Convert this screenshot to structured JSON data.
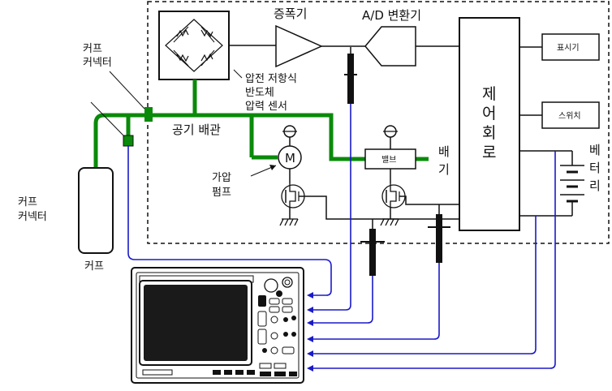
{
  "labels": {
    "amplifier": "증폭기",
    "ad_converter": "A/D 변환기",
    "display": "표시기",
    "switch": "스위치",
    "controller": [
      "제",
      "어",
      "회",
      "로"
    ],
    "exhaust": [
      "배",
      "기"
    ],
    "battery": [
      "베",
      "터",
      "리"
    ],
    "valve": "밸브",
    "motor": "M",
    "pump": [
      "가압",
      "펌프"
    ],
    "air_tube": "공기 배관",
    "sensor": [
      "압전 저항식",
      "반도체",
      "압력 센서"
    ],
    "cuff_connector_top": [
      "커프",
      "커넥터"
    ],
    "cuff_connector_left": [
      "커프",
      "커넥터"
    ],
    "cuff": "커프"
  },
  "colors": {
    "air_tube": "#0a8a0a",
    "probe_wire": "#1a1ac8",
    "line": "#111111"
  },
  "icons": [
    "bridge-resistor-icon",
    "amplifier-triangle-icon",
    "motor-icon",
    "transistor-icon",
    "ground-icon",
    "oscilloscope-icon",
    "probe-icon"
  ]
}
